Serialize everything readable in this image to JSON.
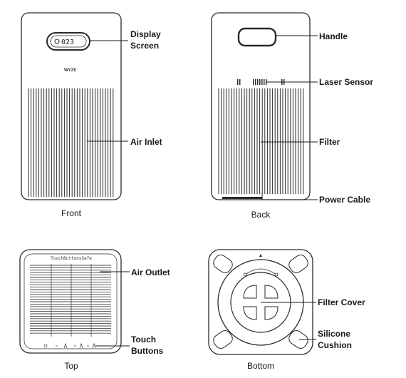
{
  "views": {
    "front": "Front",
    "back": "Back",
    "top": "Top",
    "bottom": "Bottom"
  },
  "callouts": {
    "display_screen_line1": "Display",
    "display_screen_line2": "Screen",
    "air_inlet": "Air Inlet",
    "handle": "Handle",
    "laser_sensor": "Laser Sensor",
    "filter": "Filter",
    "power_cable": "Power Cable",
    "air_outlet": "Air Outlet",
    "touch_buttons_line1": "Touch",
    "touch_buttons_line2": "Buttons",
    "filter_cover": "Filter Cover",
    "silicone_cushion_line1": "Silicone",
    "silicone_cushion_line2": "Cushion"
  },
  "device": {
    "brand": "WYZE",
    "display_readout": "023",
    "top_panel_text": "TouchButtonsSafe"
  }
}
